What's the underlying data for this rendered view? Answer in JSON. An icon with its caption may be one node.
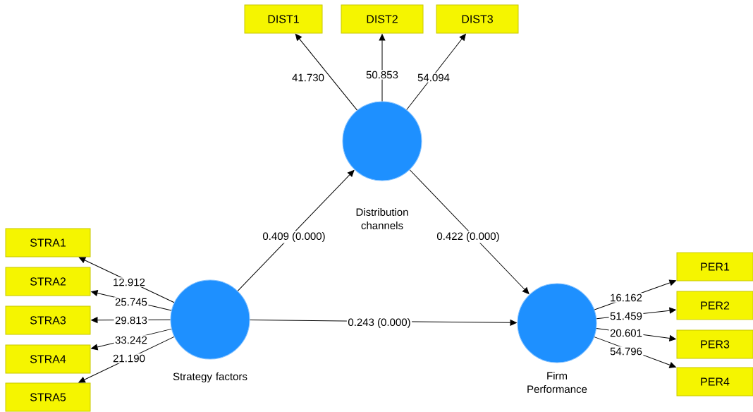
{
  "diagram": {
    "nodes": [
      {
        "text": [
          "DIST1"
        ]
      },
      {
        "text": [
          "DIST2"
        ]
      },
      {
        "text": [
          "DIST3"
        ]
      },
      {
        "text": [
          "Distribution channels"
        ]
      },
      {
        "text": [
          "STRA1"
        ]
      },
      {
        "text": [
          "STRA2"
        ]
      },
      {
        "text": [
          "STRA3"
        ]
      },
      {
        "text": [
          "STRA4"
        ]
      },
      {
        "text": [
          "STRA5"
        ]
      },
      {
        "text": [
          "Strategy factors"
        ]
      },
      {
        "text": [
          "PER1"
        ]
      },
      {
        "text": [
          "PER2"
        ]
      },
      {
        "text": [
          "PER3"
        ]
      },
      {
        "text": [
          "PER4"
        ]
      },
      {
        "text": [
          "Firm Performance"
        ]
      }
    ],
    "edges": [
      {
        "from": 3,
        "to": 0,
        "arrow": "to",
        "label": "41.730"
      },
      {
        "from": 3,
        "to": 1,
        "arrow": "to",
        "label": "50.853"
      },
      {
        "from": 3,
        "to": 2,
        "arrow": "to",
        "label": "54.094"
      },
      {
        "from": 9,
        "to": 4,
        "arrow": "to",
        "label": "12.912"
      },
      {
        "from": 9,
        "to": 5,
        "arrow": "to",
        "label": "25.745"
      },
      {
        "from": 9,
        "to": 6,
        "arrow": "to",
        "label": "29.813"
      },
      {
        "from": 9,
        "to": 7,
        "arrow": "to",
        "label": "33.242"
      },
      {
        "from": 9,
        "to": 8,
        "arrow": "to",
        "label": "21.190"
      },
      {
        "from": 9,
        "to": 3,
        "arrow": "to",
        "label": "0.409 (0.000)"
      },
      {
        "from": 3,
        "to": 14,
        "arrow": "to",
        "label": "0.422 (0.000)"
      },
      {
        "from": 9,
        "to": 14,
        "arrow": "to",
        "label": "0.243 (0.000)"
      },
      {
        "from": 14,
        "to": 10,
        "arrow": "to",
        "label": "16.162"
      },
      {
        "from": 14,
        "to": 11,
        "arrow": "to",
        "label": "51.459"
      },
      {
        "from": 14,
        "to": 12,
        "arrow": "to",
        "label": "20.601"
      },
      {
        "from": 14,
        "to": 13,
        "arrow": "to",
        "label": "54.796"
      }
    ]
  }
}
